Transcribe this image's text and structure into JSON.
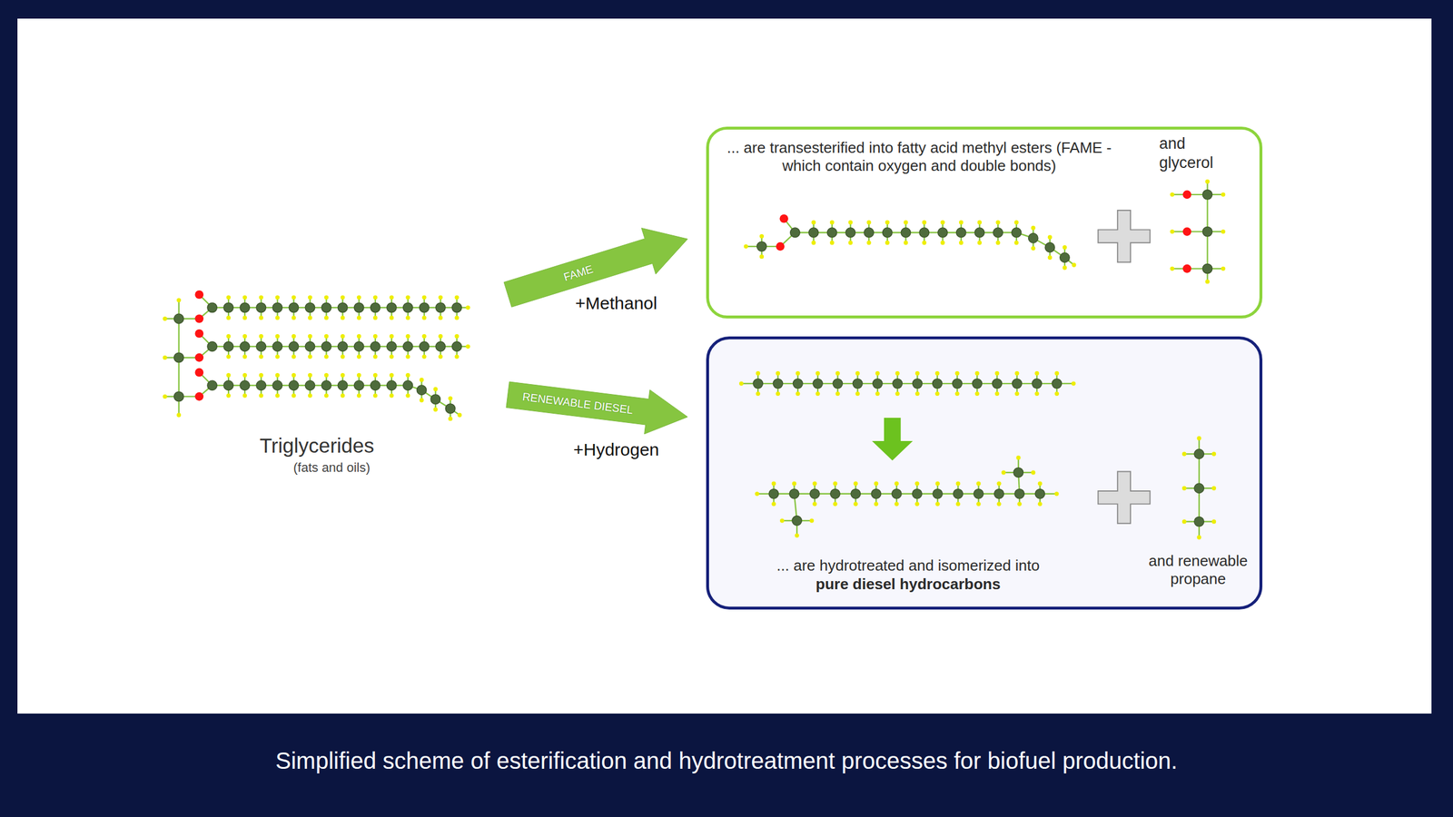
{
  "diagram": {
    "caption": "Simplified scheme of esterification and hydrotreatment processes for biofuel production.",
    "nodes": [
      {
        "text": [
          "Triglycerides",
          "(fats and oils)"
        ]
      },
      {
        "text": [
          "... are transesterified into fatty acid methyl esters (FAME - which contain oxygen and double bonds)",
          "and glycerol"
        ]
      },
      {
        "text": [
          "... are hydrotreated and isomerized into",
          "pure diesel hydrocarbons",
          "and renewable propane"
        ]
      }
    ],
    "edges": [
      {
        "from": 0,
        "to": 1,
        "arrow": "to",
        "label": "FAME"
      },
      {
        "from": 0,
        "to": 2,
        "arrow": "to",
        "label": "RENEWABLE DIESEL"
      }
    ],
    "labels": [
      "+Methanol",
      "+Hydrogen"
    ]
  }
}
